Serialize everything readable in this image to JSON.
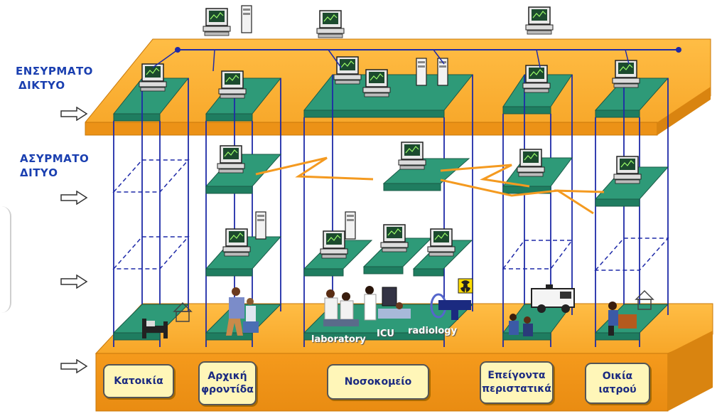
{
  "labels": {
    "wired_line1": "ΕΝΣΥΡΜΑΤΟ",
    "wired_line2": "ΔΙΚΤΥΟ",
    "wireless_line1": "ΑΣΥΡΜΑΤΟ",
    "wireless_line2": "ΔΙΤΥΟ"
  },
  "locations": [
    {
      "label": "Κατοικία"
    },
    {
      "label": "Αρχική\nφροντίδα"
    },
    {
      "label": "Νοσοκομείο"
    },
    {
      "label": "Επείγοντα\nπεριστατικά"
    },
    {
      "label": "Οικία\nιατρού"
    }
  ],
  "hospital_units": {
    "laboratory": "laboratory",
    "icu": "ICU",
    "radiology": "radiology"
  },
  "colors": {
    "platform_orange": "#f7a628",
    "platform_edge": "#d98410",
    "floor_green": "#2e9a78",
    "pillar_blue": "#1e2aa8",
    "label_text": "#1a3fb0",
    "wireless_link": "#f49a20"
  },
  "icons": [
    "computer-icon",
    "server-tower-icon",
    "bed-icon",
    "ambulance-icon",
    "radiation-icon",
    "medical-staff-icon"
  ]
}
